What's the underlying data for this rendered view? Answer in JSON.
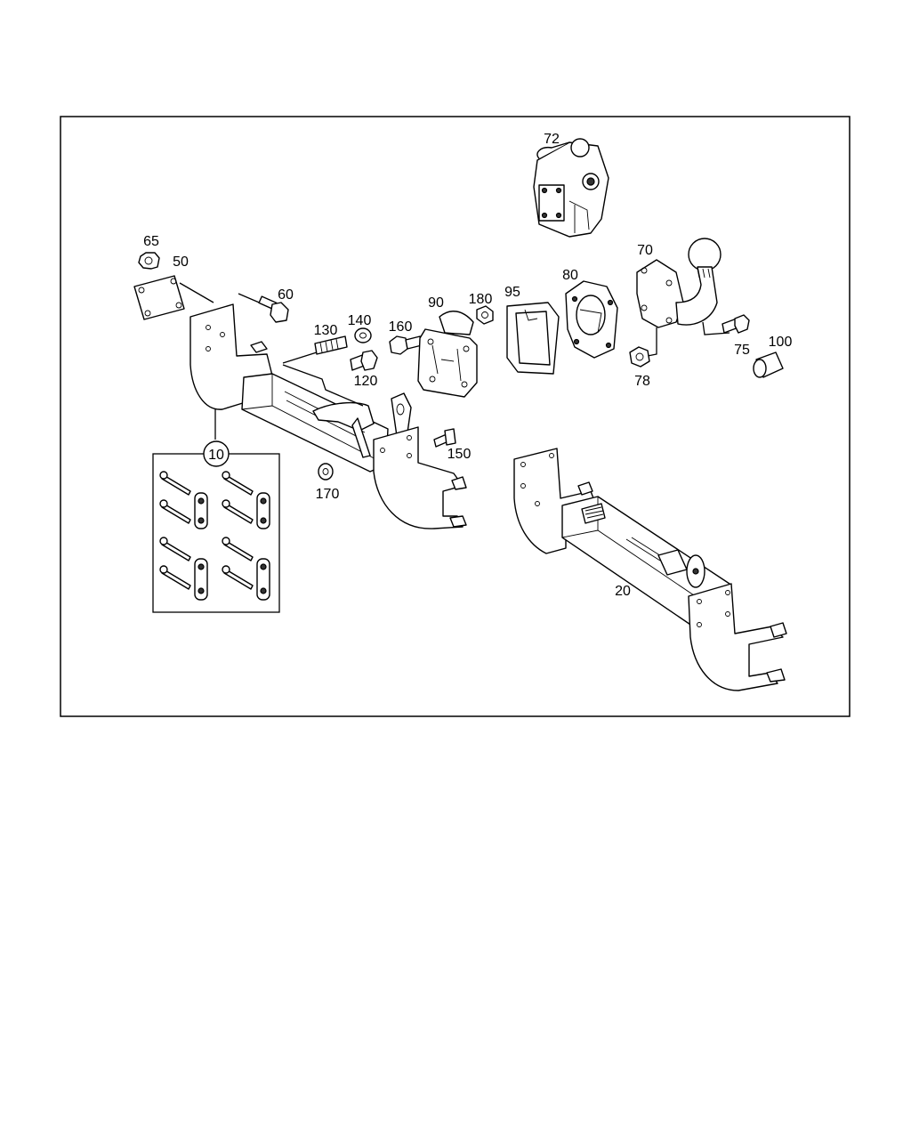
{
  "parts": [
    {
      "id": "p10",
      "label": "10"
    },
    {
      "id": "p20",
      "label": "20"
    },
    {
      "id": "p50",
      "label": "50"
    },
    {
      "id": "p60",
      "label": "60"
    },
    {
      "id": "p65",
      "label": "65"
    },
    {
      "id": "p70",
      "label": "70"
    },
    {
      "id": "p72",
      "label": "72"
    },
    {
      "id": "p75",
      "label": "75"
    },
    {
      "id": "p78",
      "label": "78"
    },
    {
      "id": "p80",
      "label": "80"
    },
    {
      "id": "p90",
      "label": "90"
    },
    {
      "id": "p95",
      "label": "95"
    },
    {
      "id": "p100",
      "label": "100"
    },
    {
      "id": "p120",
      "label": "120"
    },
    {
      "id": "p130",
      "label": "130"
    },
    {
      "id": "p140",
      "label": "140"
    },
    {
      "id": "p150",
      "label": "150"
    },
    {
      "id": "p160",
      "label": "160"
    },
    {
      "id": "p170",
      "label": "170"
    },
    {
      "id": "p180",
      "label": "180"
    }
  ]
}
